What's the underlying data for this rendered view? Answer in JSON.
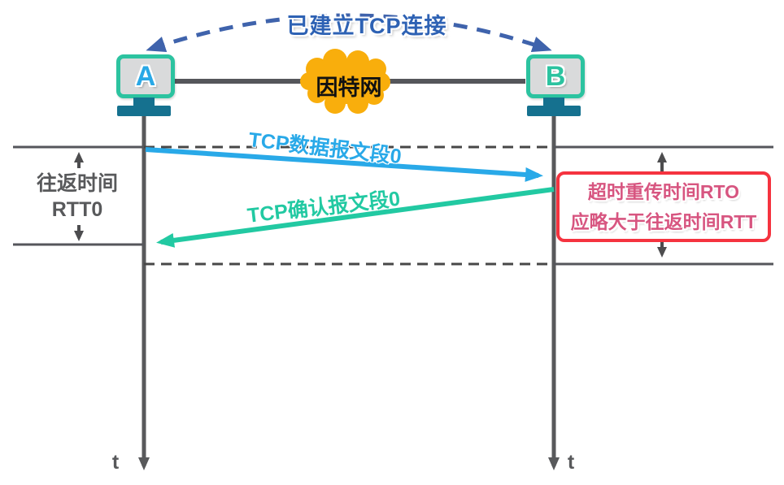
{
  "labels": {
    "connection_title": "已建立TCP连接",
    "internet": "因特网",
    "host_a": "A",
    "host_b": "B",
    "rtt_line1": "往返时间",
    "rtt_line2": "RTT0",
    "data_segment": "TCP数据报文段0",
    "ack_segment": "TCP确认报文段0",
    "rto_line1": "超时重传时间RTO",
    "rto_line2": "应略大于往返时间RTT",
    "time_axis_a": "t",
    "time_axis_b": "t"
  },
  "colors": {
    "title_blue": "#2E62B4",
    "arc_dashed_blue": "#3F63AC",
    "data_arrow_blue": "#29A9E8",
    "ack_arrow_green": "#22C9A2",
    "monitor_frame_green": "#2CC3A0",
    "host_a_letter": "#29A8E6",
    "host_b_letter": "#2CC3A0",
    "stand_teal": "#15718F",
    "cloud_orange": "#F9AE0C",
    "line_grey": "#58595B",
    "rto_border_red": "#F5333F",
    "rto_text_pink": "#D75580"
  }
}
